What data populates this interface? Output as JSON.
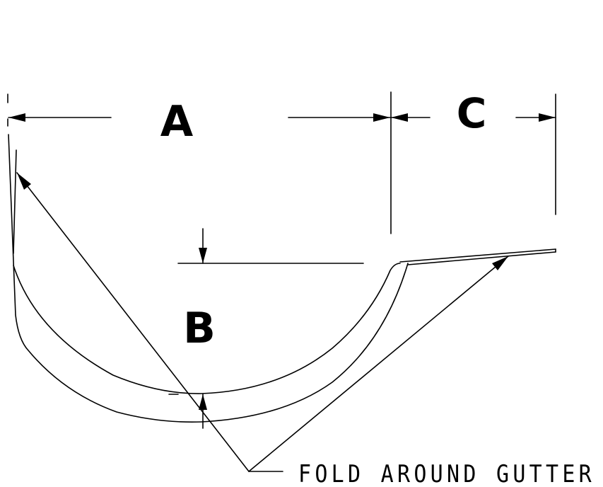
{
  "labels": {
    "dim_a": "A",
    "dim_b": "B",
    "dim_c": "C",
    "callout": "FOLD AROUND GUTTER"
  },
  "colors": {
    "line": "#000000",
    "background": "#ffffff"
  }
}
